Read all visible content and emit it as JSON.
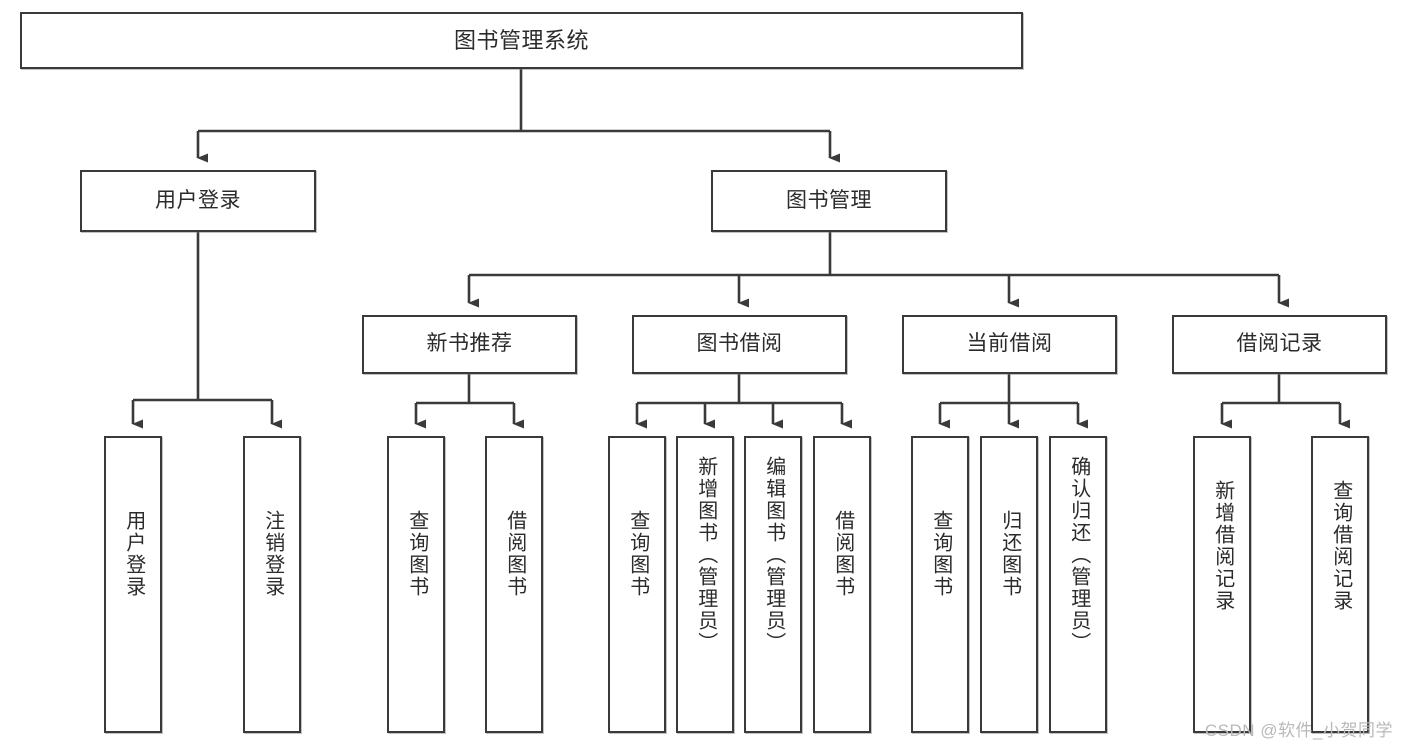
{
  "diagram": {
    "title": "图书管理系统",
    "type": "tree-hierarchy",
    "watermark": "CSDN @软件_小贺同学",
    "colors": {
      "border": "#3a3a3a",
      "background": "#ffffff",
      "text": "#2b2b2b",
      "edge": "#3a3a3a",
      "watermark": "#b9b9b9"
    },
    "root": {
      "label": "图书管理系统"
    },
    "level2": [
      {
        "label": "用户登录"
      },
      {
        "label": "图书管理"
      }
    ],
    "level3": [
      {
        "label": "新书推荐"
      },
      {
        "label": "图书借阅"
      },
      {
        "label": "当前借阅"
      },
      {
        "label": "借阅记录"
      }
    ],
    "leaves": [
      {
        "label": "用户登录"
      },
      {
        "label": "注销登录"
      },
      {
        "label": "查询图书"
      },
      {
        "label": "借阅图书"
      },
      {
        "label": "查询图书"
      },
      {
        "label": "新增图书（管理员）"
      },
      {
        "label": "编辑图书（管理员）"
      },
      {
        "label": "借阅图书"
      },
      {
        "label": "查询图书"
      },
      {
        "label": "归还图书"
      },
      {
        "label": "确认归还（管理员）"
      },
      {
        "label": "新增借阅记录"
      },
      {
        "label": "查询借阅记录"
      }
    ]
  }
}
